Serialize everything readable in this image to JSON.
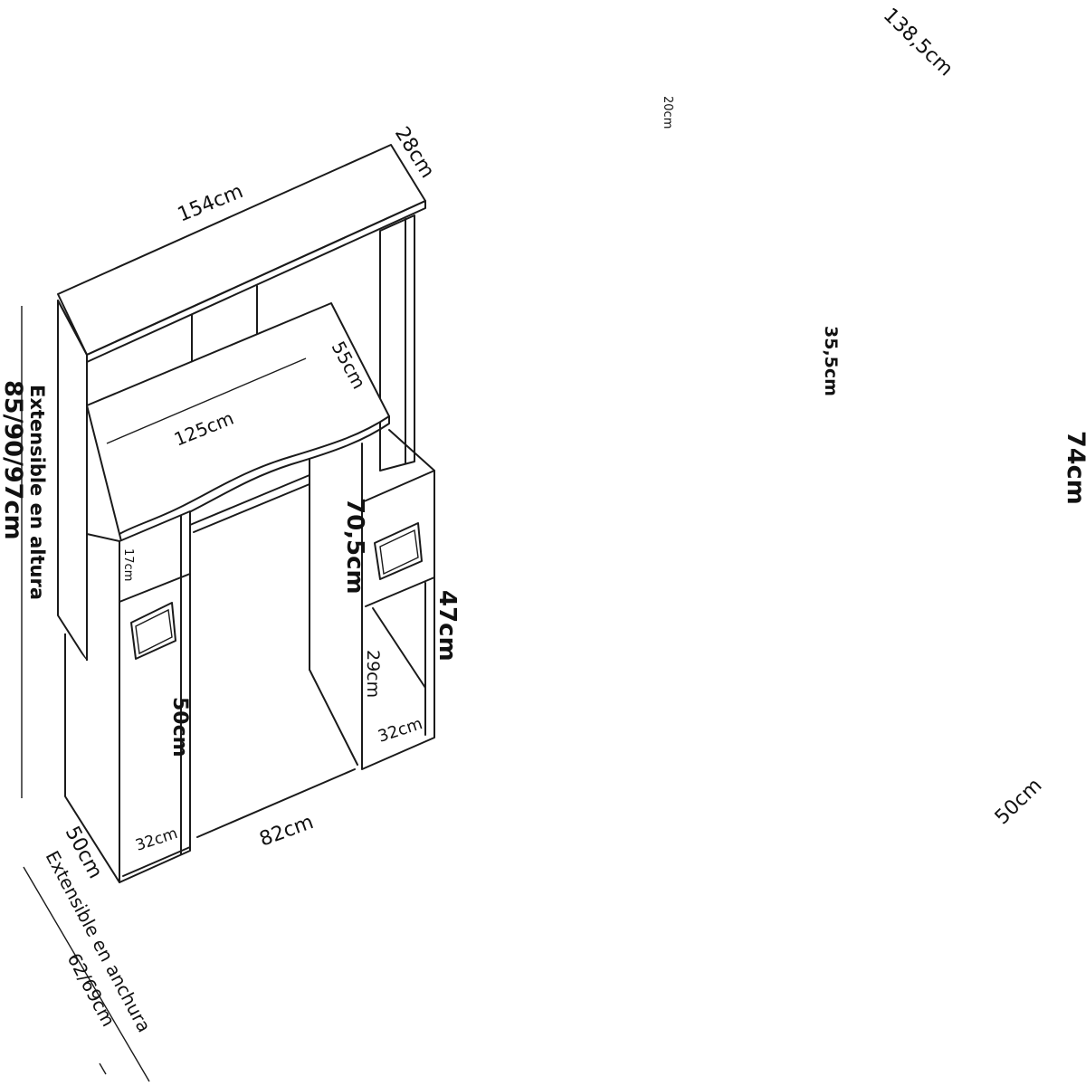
{
  "diagram": {
    "labels": {
      "top_width": "154cm",
      "top_depth": "28cm",
      "desk_width": "125cm",
      "desk_depth": "55cm",
      "inner_height": "70,5cm",
      "cabinet_height": "47cm",
      "left_upper_open": "17cm",
      "left_door_height": "50cm",
      "left_width": "32cm",
      "right_niche_height": "29cm",
      "right_width": "32cm",
      "leg_space": "82cm",
      "base_depth": "50cm",
      "total_height": "85/90/97cm",
      "height_note": "Extensible en altura",
      "width_note": "Extensible en anchura",
      "width_range": "62/69cm",
      "right_top": "138,5cm",
      "right_small": "20cm",
      "right_mid": "35,5cm",
      "right_height": "74cm",
      "right_depth": "50cm"
    }
  }
}
